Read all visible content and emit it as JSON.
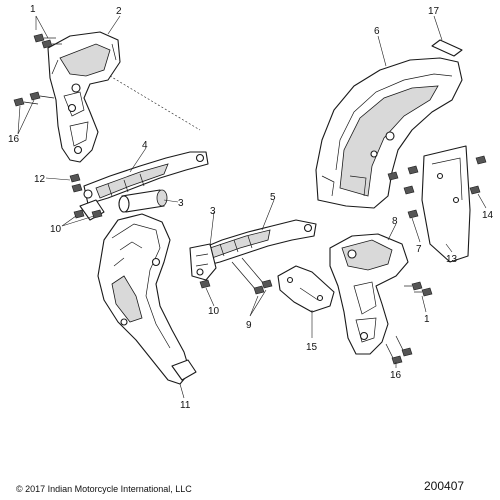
{
  "callouts": [
    "1",
    "2",
    "17",
    "6",
    "16",
    "4",
    "12",
    "3",
    "10",
    "5",
    "3",
    "8",
    "14",
    "7",
    "13",
    "10",
    "9",
    "15",
    "1",
    "16",
    "11"
  ],
  "footer": {
    "copyright": "© 2017 Indian Motorcycle International, LLC",
    "drawing_number": "200407"
  }
}
